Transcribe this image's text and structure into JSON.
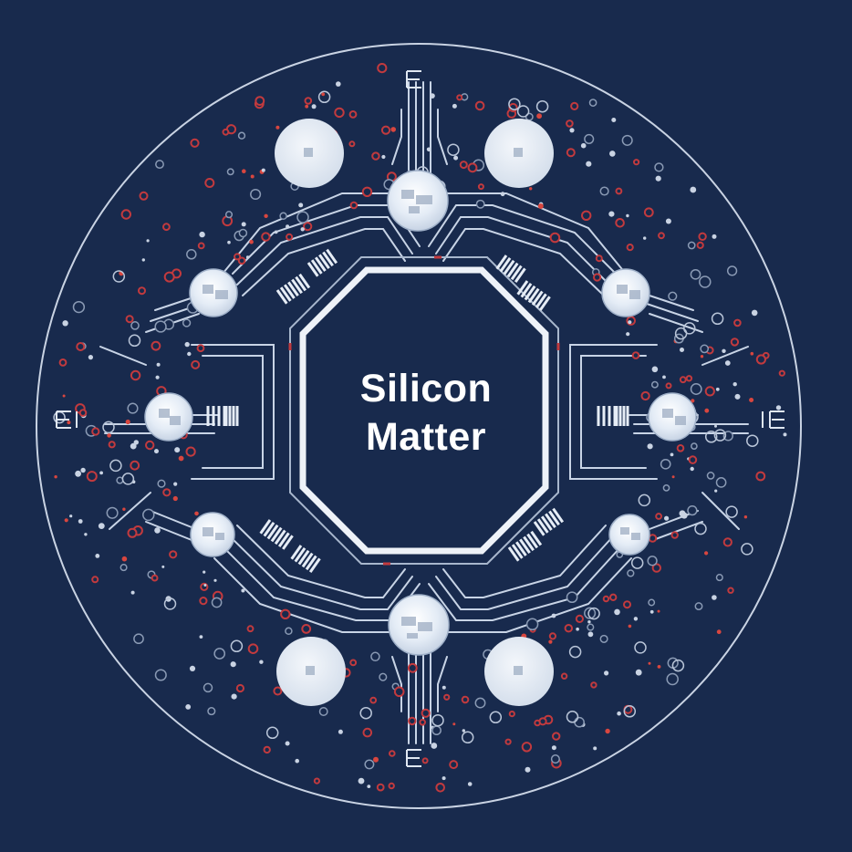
{
  "logo": {
    "line1": "Silicon",
    "line2": "Matter"
  },
  "colors": {
    "background": "#182a4d",
    "trace": "#c8d4e6",
    "pad": "#dde7f3",
    "accent_dot": "#c23a3e",
    "text": "#ffffff"
  },
  "icons": [
    "circuit-board-ring",
    "octagon-chip",
    "via-dots"
  ]
}
